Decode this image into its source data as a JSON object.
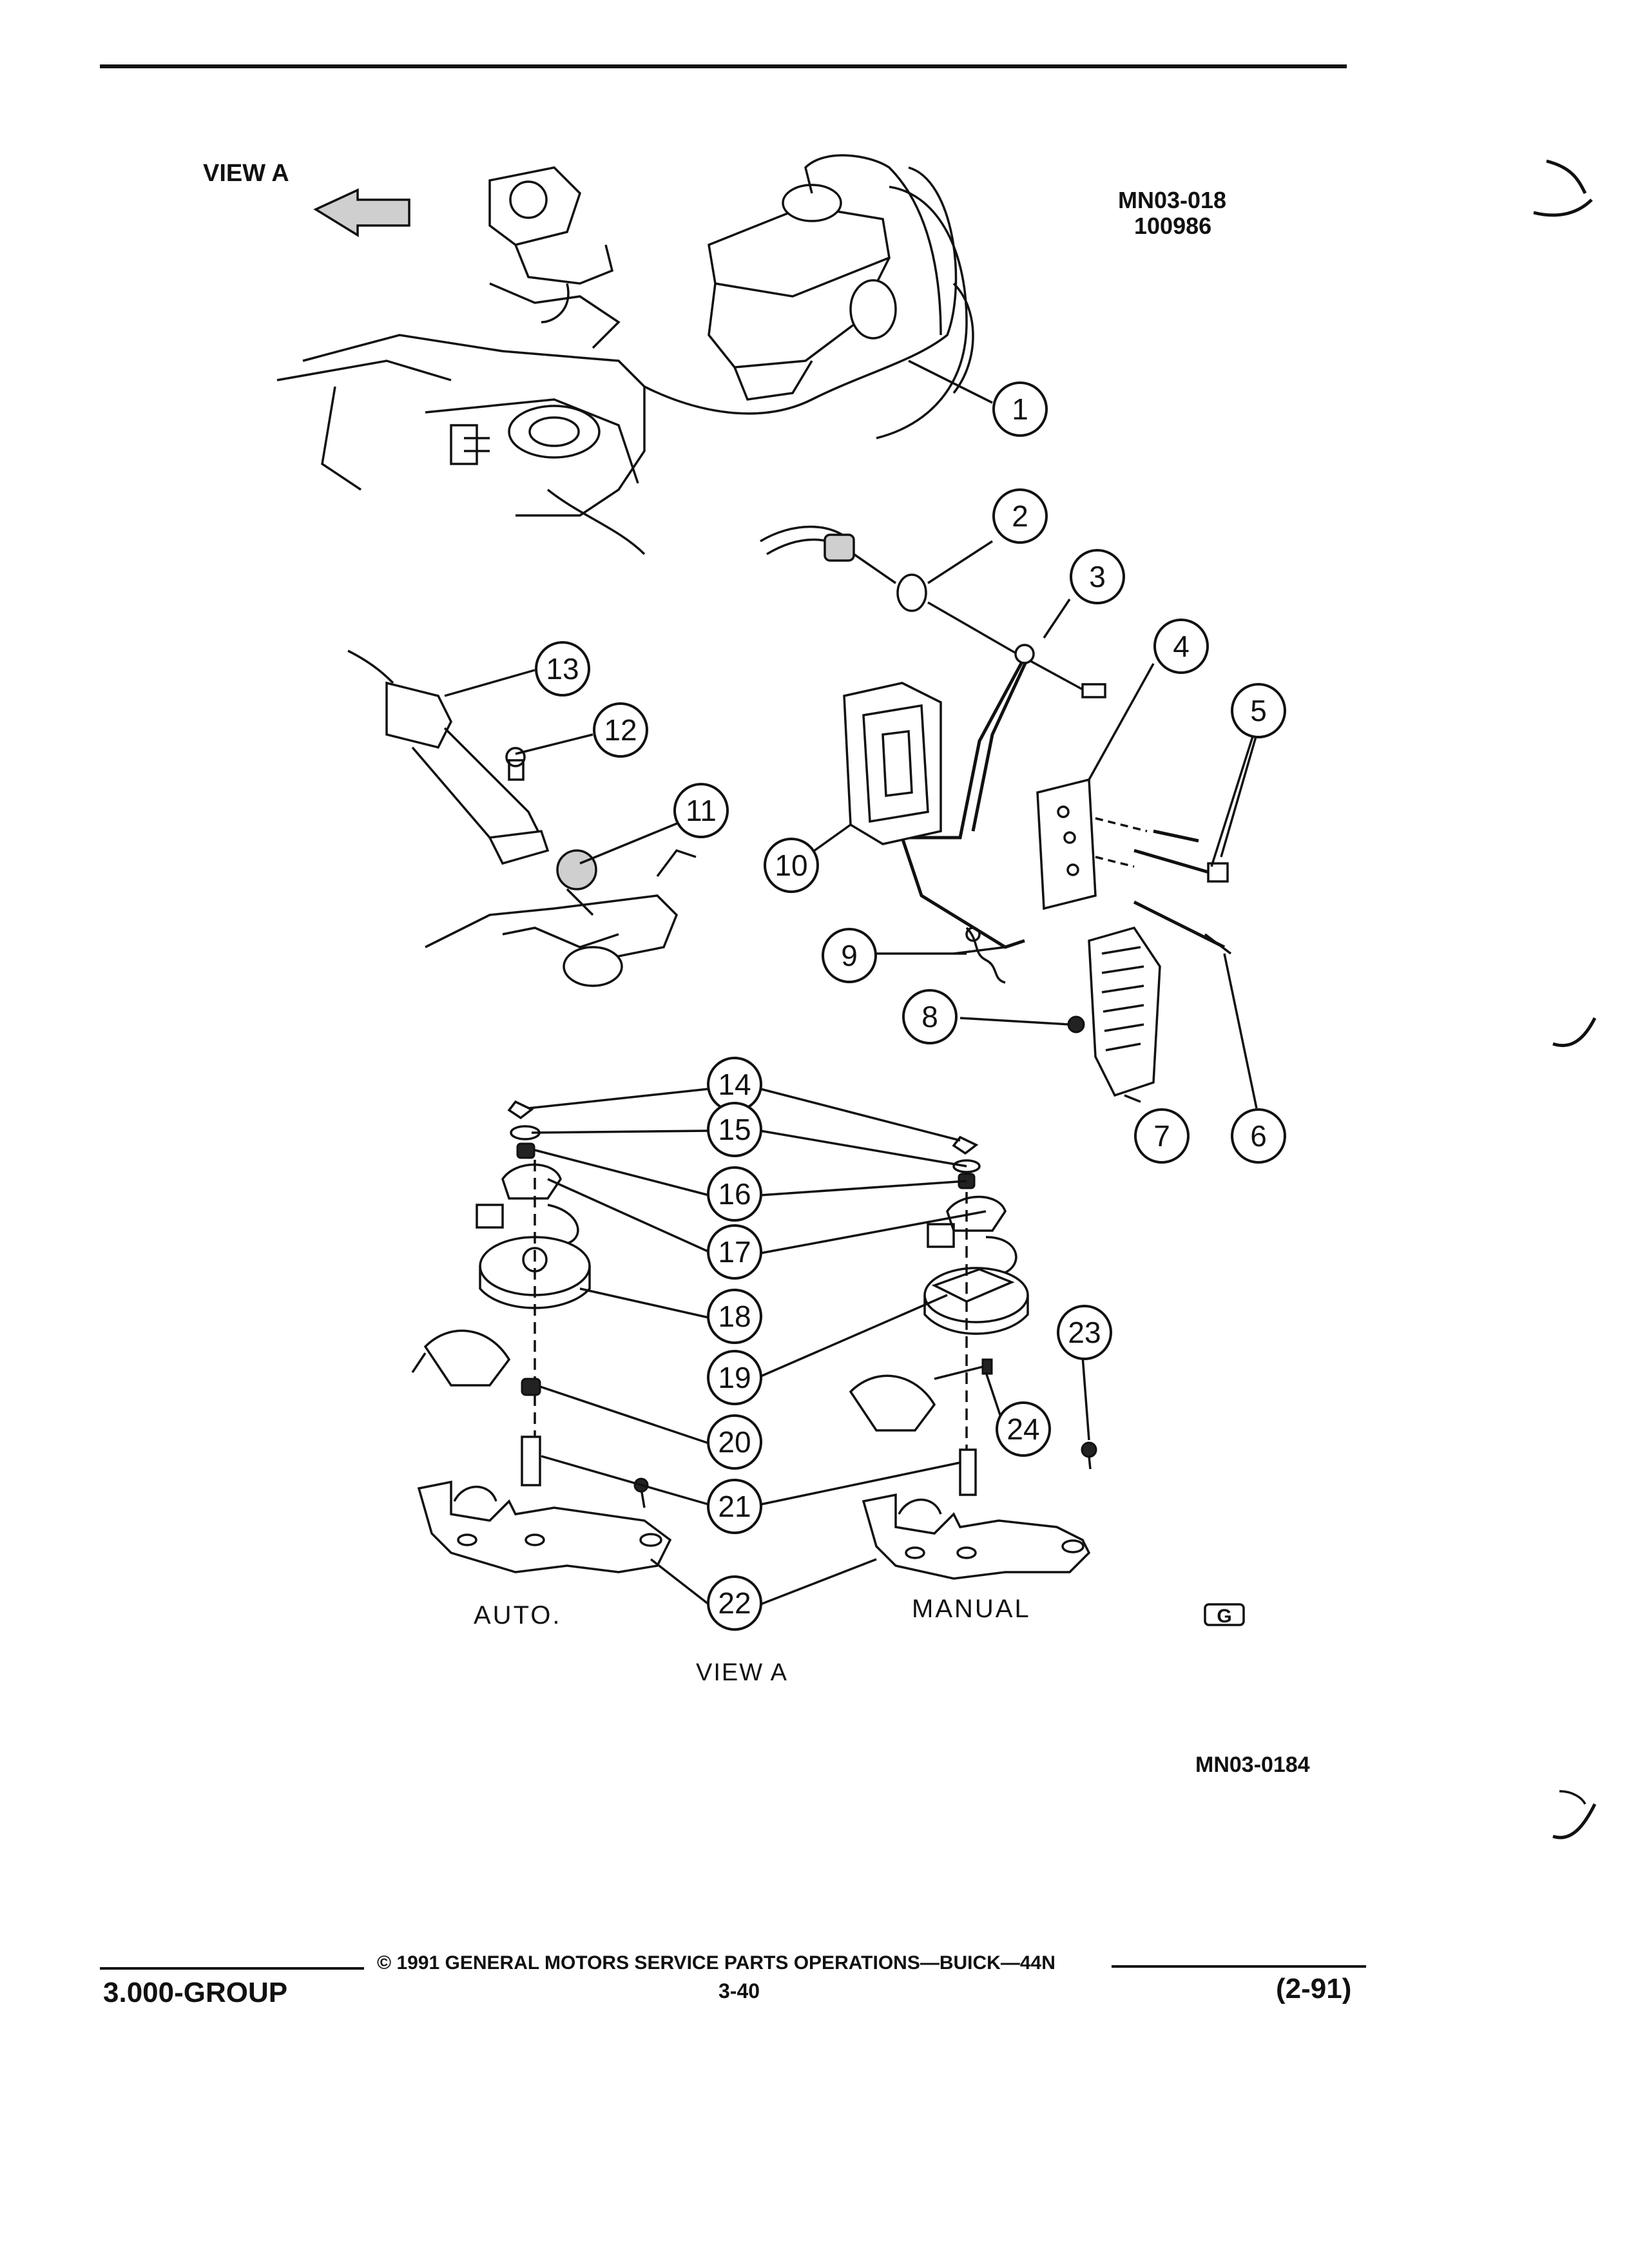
{
  "header": {
    "view_label_top": "VIEW A",
    "figure_code": "MN03-018",
    "figure_date": "100986"
  },
  "callouts": [
    "1",
    "2",
    "3",
    "4",
    "5",
    "6",
    "7",
    "8",
    "9",
    "10",
    "11",
    "12",
    "13",
    "14",
    "15",
    "16",
    "17",
    "18",
    "19",
    "20",
    "21",
    "22",
    "23",
    "24"
  ],
  "labels": {
    "auto": "AUTO.",
    "manual": "MANUAL",
    "view_bottom": "VIEW A",
    "figure_id": "MN03-0184"
  },
  "footer": {
    "copyright": "© 1991 GENERAL MOTORS SERVICE PARTS OPERATIONS—BUICK—44N",
    "page_number": "3-40",
    "group": "3.000-GROUP",
    "revision": "(2-91)"
  }
}
